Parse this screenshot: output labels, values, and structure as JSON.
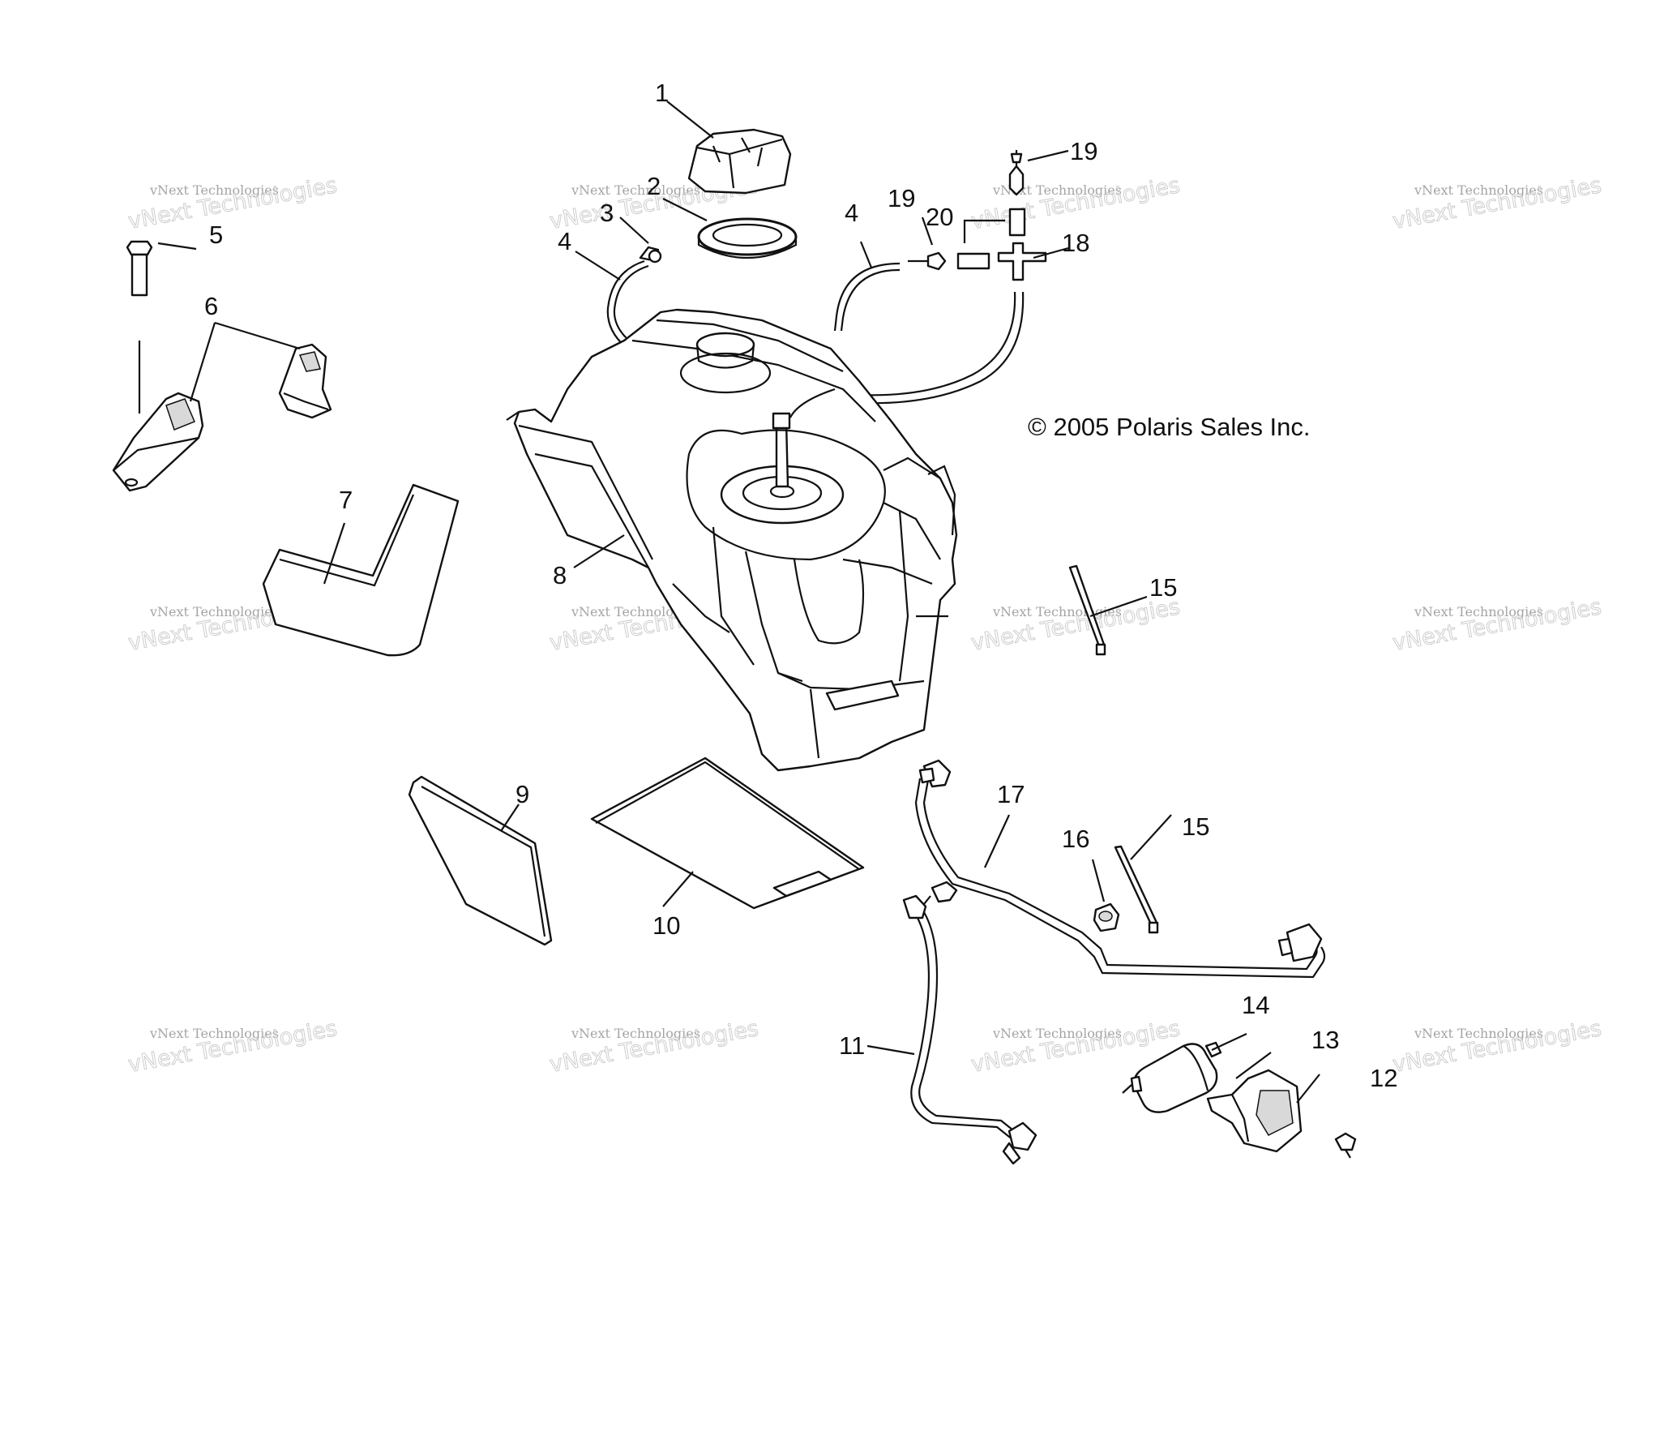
{
  "copyright": "© 2005 Polaris Sales Inc.",
  "watermark": {
    "line1": "vNext Technologies",
    "line2": "vNext Technologies"
  },
  "callouts": {
    "c1": "1",
    "c2": "2",
    "c3": "3",
    "c4a": "4",
    "c4b": "4",
    "c5": "5",
    "c6": "6",
    "c7": "7",
    "c8": "8",
    "c9": "9",
    "c10": "10",
    "c11": "11",
    "c12": "12",
    "c13": "13",
    "c14": "14",
    "c15a": "15",
    "c15b": "15",
    "c16": "16",
    "c17": "17",
    "c18": "18",
    "c19a": "19",
    "c19b": "19",
    "c20": "20"
  }
}
